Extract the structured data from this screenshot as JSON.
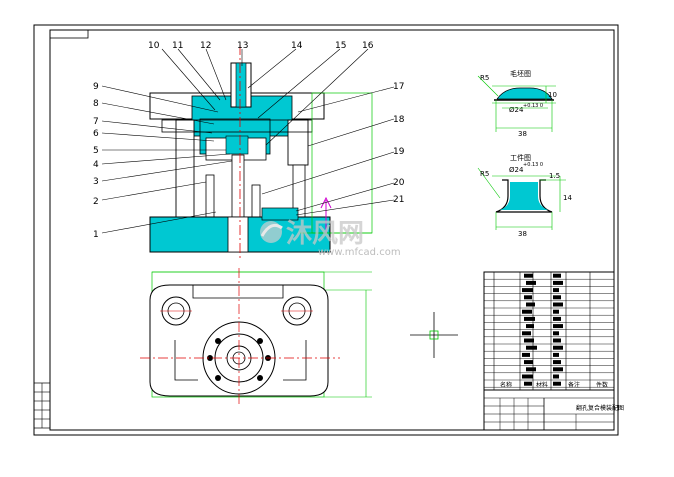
{
  "drawing": {
    "part_labels": [
      "1",
      "2",
      "3",
      "4",
      "5",
      "6",
      "7",
      "8",
      "9",
      "10",
      "11",
      "12",
      "13",
      "14",
      "15",
      "16",
      "17",
      "18",
      "19",
      "20",
      "21"
    ],
    "view_top_title": "毛坯图",
    "view_bottom_title": "工件图",
    "dim_top_diameter": "Ø24",
    "dim_top_tol": "+0.13 0",
    "dim_top_height": "10",
    "dim_top_width": "38",
    "dim_top_angle": "R5",
    "dim_bottom_diameter": "Ø24",
    "dim_bottom_tol": "+0.13 0",
    "dim_bottom_offset": "1.5",
    "dim_bottom_height": "14",
    "dim_bottom_width": "38",
    "dim_bottom_radius": "R5"
  },
  "title_block": {
    "label_name": "名称",
    "label_material": "材料",
    "label_remark": "备注",
    "label_qty": "件数",
    "drawing_title": "翻孔复合模装配图"
  },
  "watermark": {
    "brand": "沐风网",
    "url": "www.mfcad.com"
  },
  "colors": {
    "cyan": "#00c8d2",
    "red": "#e00000",
    "green": "#00c800",
    "magenta": "#d000d0"
  }
}
